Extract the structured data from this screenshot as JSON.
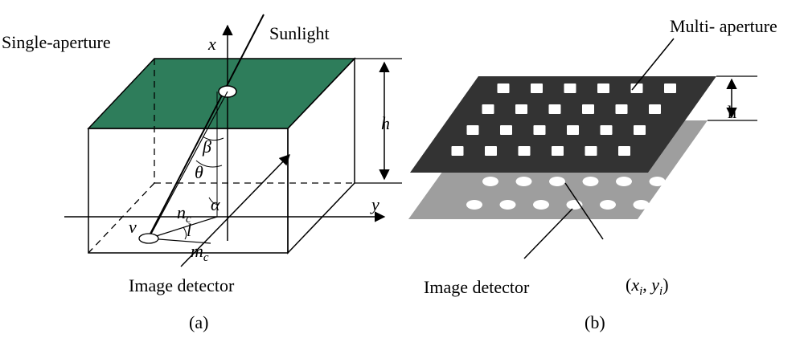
{
  "panel_a": {
    "single_aperture_label": "Single-aperture",
    "sunlight_label": "Sunlight",
    "x_axis": "x",
    "y_axis": "y",
    "h_label": "h",
    "beta": "β",
    "theta": "θ",
    "alpha": "α",
    "nc_main": "n",
    "nc_sub": "c",
    "mc_main": "m",
    "mc_sub": "c",
    "l_label": "l",
    "v_label": "v",
    "detector_label": "Image detector",
    "caption": "(a)",
    "plate_color": "#2e7d5b"
  },
  "panel_b": {
    "multi_aperture_label": "Multi- aperture",
    "h_label": "h",
    "detector_label": "Image detector",
    "coord_open": "(",
    "coord_x": "x",
    "coord_x_sub": "i",
    "coord_comma": ", ",
    "coord_y": "y",
    "coord_y_sub": "i",
    "coord_close": ")",
    "caption": "(b)",
    "mask_color": "#333333",
    "detector_color": "#9e9e9e"
  }
}
